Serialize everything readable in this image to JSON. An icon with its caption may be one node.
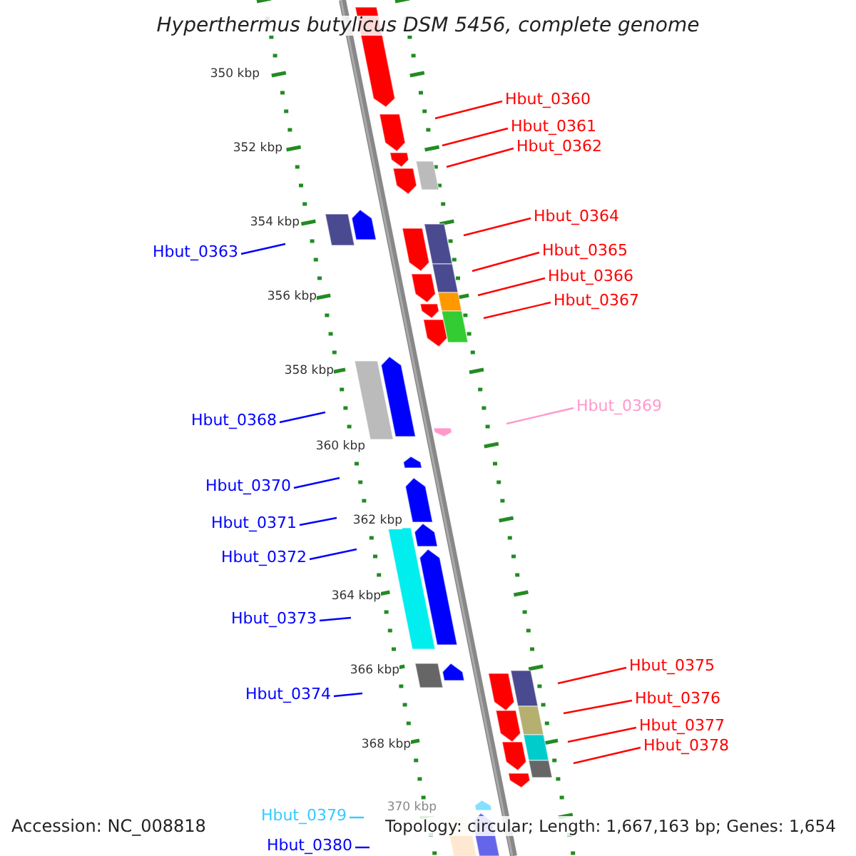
{
  "diagram": {
    "title": "Hyperthermus butylicus DSM 5456, complete genome",
    "nodes": [
      {
        "text": [
          "Hbut_0360"
        ]
      },
      {
        "text": [
          "Hbut_0361"
        ]
      },
      {
        "text": [
          "Hbut_0362"
        ]
      },
      {
        "text": [
          "Hbut_0364"
        ]
      },
      {
        "text": [
          "Hbut_0363"
        ]
      },
      {
        "text": [
          "Hbut_0365"
        ]
      },
      {
        "text": [
          "Hbut_0366"
        ]
      },
      {
        "text": [
          "Hbut_0367"
        ]
      },
      {
        "text": [
          "Hbut_0369"
        ]
      },
      {
        "text": [
          "Hbut_0368"
        ]
      },
      {
        "text": [
          "Hbut_0370"
        ]
      },
      {
        "text": [
          "Hbut_0371"
        ]
      },
      {
        "text": [
          "Hbut_0372"
        ]
      },
      {
        "text": [
          "Hbut_0373"
        ]
      },
      {
        "text": [
          "Hbut_0375"
        ]
      },
      {
        "text": [
          "Hbut_0374"
        ]
      },
      {
        "text": [
          "Hbut_0376"
        ]
      },
      {
        "text": [
          "Hbut_0377"
        ]
      },
      {
        "text": [
          "Hbut_0378"
        ]
      },
      {
        "text": [
          "Hbut_0379"
        ]
      },
      {
        "text": [
          "Hbut_0380"
        ]
      }
    ],
    "edges": [
      {
        "from": 0,
        "to": null,
        "arrow": "none"
      },
      {
        "from": 1,
        "to": null,
        "arrow": "none"
      },
      {
        "from": 2,
        "to": null,
        "arrow": "none"
      },
      {
        "from": 3,
        "to": null,
        "arrow": "none"
      },
      {
        "from": 4,
        "to": null,
        "arrow": "none",
        "color": "#0000ff"
      },
      {
        "from": 5,
        "to": null,
        "arrow": "none"
      },
      {
        "from": 6,
        "to": null,
        "arrow": "none"
      },
      {
        "from": 7,
        "to": null,
        "arrow": "none"
      },
      {
        "from": 8,
        "to": null,
        "arrow": "none",
        "color": "#ff99cc"
      },
      {
        "from": 9,
        "to": null,
        "arrow": "none",
        "color": "#0000ff"
      },
      {
        "from": 10,
        "to": null,
        "arrow": "none",
        "color": "#0000ff"
      },
      {
        "from": 11,
        "to": null,
        "arrow": "none",
        "color": "#0000ff"
      },
      {
        "from": 12,
        "to": null,
        "arrow": "none",
        "color": "#0000ff"
      },
      {
        "from": 13,
        "to": null,
        "arrow": "none",
        "color": "#0000ff"
      },
      {
        "from": 14,
        "to": null,
        "arrow": "none"
      },
      {
        "from": 15,
        "to": null,
        "arrow": "none",
        "color": "#0000ff"
      },
      {
        "from": 16,
        "to": null,
        "arrow": "none"
      },
      {
        "from": 17,
        "to": null,
        "arrow": "none"
      },
      {
        "from": 18,
        "to": null,
        "arrow": "none"
      },
      {
        "from": 19,
        "to": null,
        "arrow": "none",
        "color": "#33ccff"
      },
      {
        "from": 20,
        "to": null,
        "arrow": "none",
        "color": "#0000ff"
      }
    ],
    "labels": [
      "350 kbp",
      "352 kbp",
      "354 kbp",
      "356 kbp",
      "358 kbp",
      "360 kbp",
      "362 kbp",
      "364 kbp",
      "366 kbp",
      "368 kbp",
      "370 kbp",
      "Accession: NC_008818",
      "Topology: circular; Length: 1,667,163 bp; Genes: 1,654"
    ]
  }
}
